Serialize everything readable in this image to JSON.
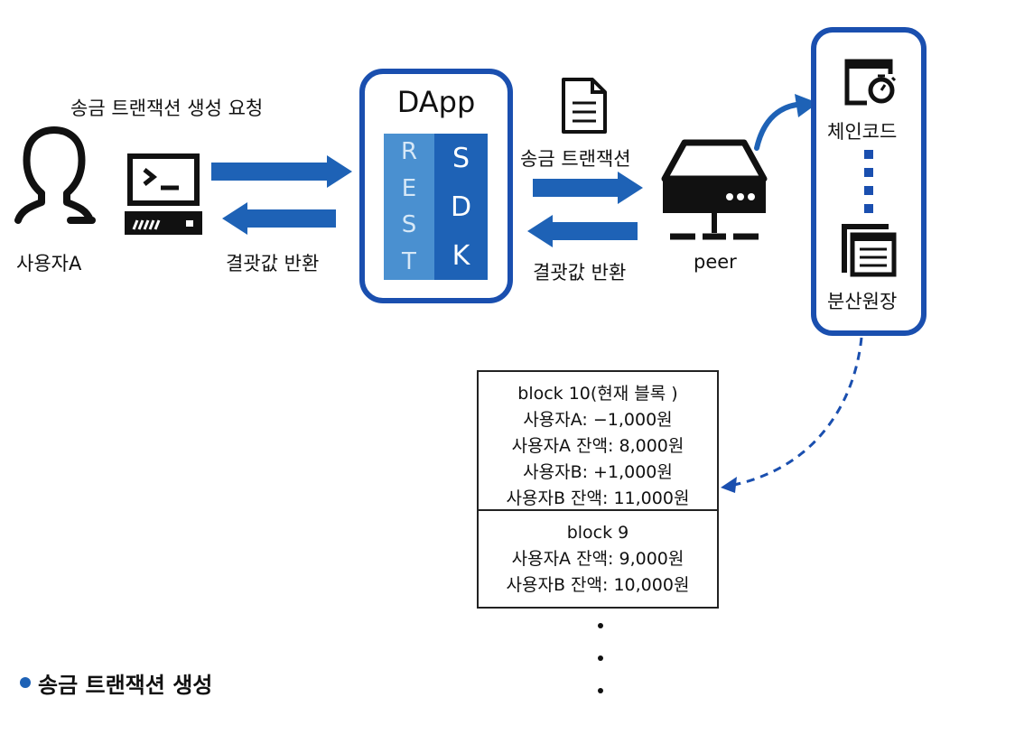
{
  "labels": {
    "request": "송금 트랜잭션 생성 요청",
    "user": "사용자A",
    "result_left": "결괏값 반환",
    "tx_right": "송금 트랜잭션",
    "result_right": "결괏값 반환",
    "peer": "peer",
    "chaincode": "체인코드",
    "ledger": "분산원장"
  },
  "dapp": {
    "title": "DApp",
    "rest_letters": [
      "R",
      "E",
      "S",
      "T"
    ],
    "sdk_letters": [
      "S",
      "D",
      "K"
    ]
  },
  "blocks": [
    {
      "lines": [
        "block 10(현재 블록 )",
        "사용자A: −1,000원",
        "사용자A 잔액: 8,000원",
        "사용자B: +1,000원",
        "사용자B 잔액: 11,000원"
      ]
    },
    {
      "lines": [
        "block 9",
        "사용자A 잔액: 9,000원",
        "사용자B 잔액: 10,000원"
      ]
    }
  ],
  "bullet": {
    "text": "송금 트랜잭션 생성"
  },
  "colors": {
    "accent": "#1a4faf",
    "arrow": "#1e62b6",
    "rest": "#4a90d0",
    "sdk": "#1e62b6"
  },
  "icons": [
    "user-icon",
    "terminal-icon",
    "document-icon",
    "server-icon",
    "chaincode-icon",
    "ledger-icon"
  ]
}
